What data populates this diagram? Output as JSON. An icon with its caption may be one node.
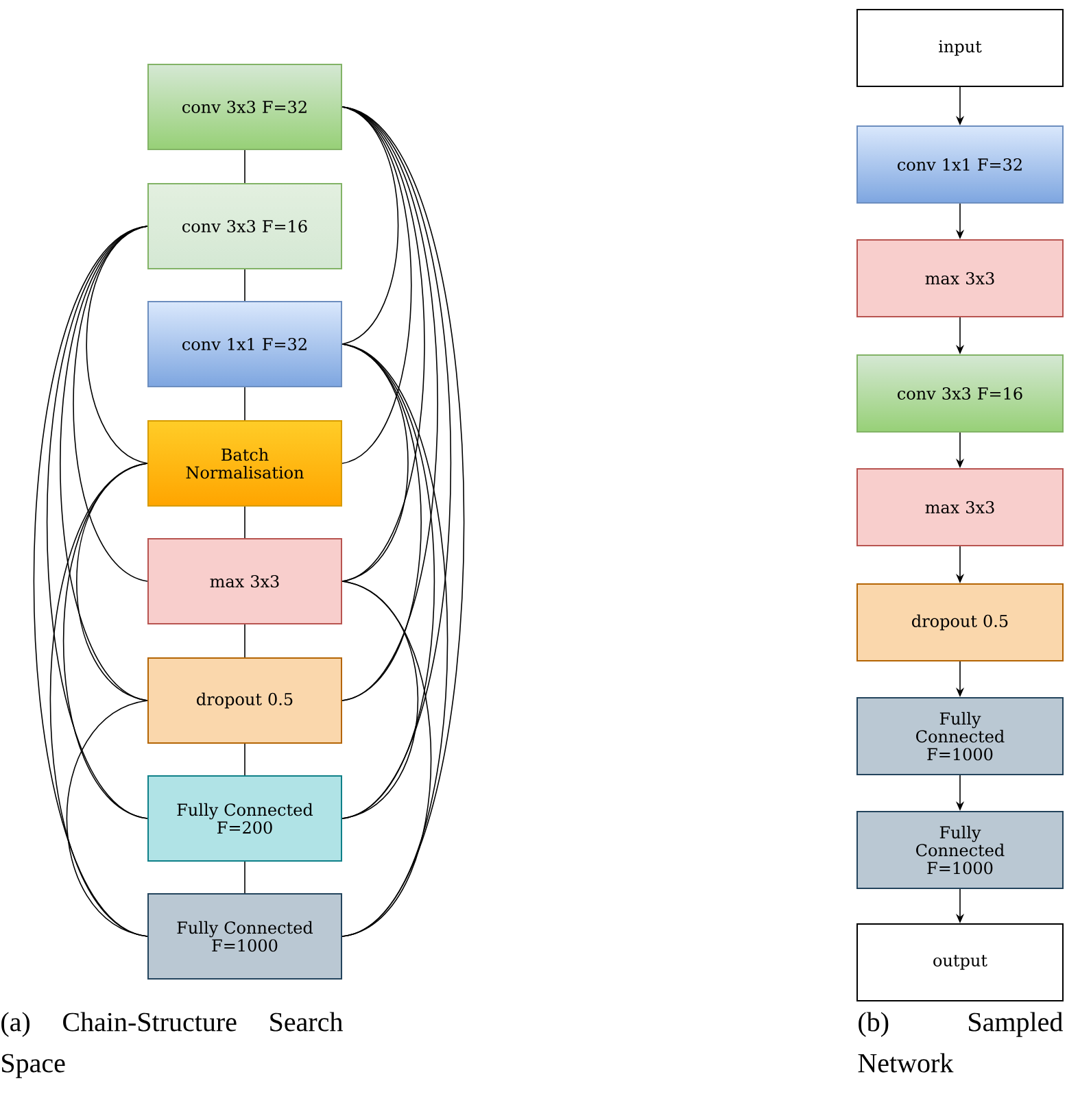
{
  "diagram": {
    "nodes": [
      {
        "text": [
          "conv 3x3 F=32"
        ]
      },
      {
        "text": [
          "conv 3x3 F=16"
        ]
      },
      {
        "text": [
          "conv 1x1 F=32"
        ]
      },
      {
        "text": [
          "Batch Normalisation"
        ]
      },
      {
        "text": [
          "max 3x3"
        ]
      },
      {
        "text": [
          "dropout 0.5"
        ]
      },
      {
        "text": [
          "Fully Connected F=200"
        ]
      },
      {
        "text": [
          "Fully Connected F=1000"
        ]
      },
      {
        "text": [
          "input"
        ]
      },
      {
        "text": [
          "conv 1x1 F=32"
        ]
      },
      {
        "text": [
          "max 3x3"
        ]
      },
      {
        "text": [
          "conv 3x3 F=16"
        ]
      },
      {
        "text": [
          "max 3x3"
        ]
      },
      {
        "text": [
          "dropout 0.5"
        ]
      },
      {
        "text": [
          "Fully Connected F=1000"
        ]
      },
      {
        "text": [
          "Fully Connected F=1000"
        ]
      },
      {
        "text": [
          "output"
        ]
      }
    ],
    "edges": [
      {
        "from": 0,
        "to": 1,
        "arrow": "none"
      },
      {
        "from": 1,
        "to": 2,
        "arrow": "none"
      },
      {
        "from": 2,
        "to": 3,
        "arrow": "none"
      },
      {
        "from": 3,
        "to": 4,
        "arrow": "none"
      },
      {
        "from": 4,
        "to": 5,
        "arrow": "none"
      },
      {
        "from": 5,
        "to": 6,
        "arrow": "none"
      },
      {
        "from": 6,
        "to": 7,
        "arrow": "none"
      },
      {
        "from": 0,
        "to": 2,
        "arrow": "none"
      },
      {
        "from": 0,
        "to": 3,
        "arrow": "none"
      },
      {
        "from": 0,
        "to": 4,
        "arrow": "none"
      },
      {
        "from": 0,
        "to": 5,
        "arrow": "none"
      },
      {
        "from": 0,
        "to": 6,
        "arrow": "none"
      },
      {
        "from": 0,
        "to": 7,
        "arrow": "none"
      },
      {
        "from": 1,
        "to": 3,
        "arrow": "none"
      },
      {
        "from": 1,
        "to": 4,
        "arrow": "none"
      },
      {
        "from": 1,
        "to": 5,
        "arrow": "none"
      },
      {
        "from": 1,
        "to": 6,
        "arrow": "none"
      },
      {
        "from": 1,
        "to": 7,
        "arrow": "none"
      },
      {
        "from": 2,
        "to": 4,
        "arrow": "none"
      },
      {
        "from": 2,
        "to": 5,
        "arrow": "none"
      },
      {
        "from": 2,
        "to": 6,
        "arrow": "none"
      },
      {
        "from": 2,
        "to": 7,
        "arrow": "none"
      },
      {
        "from": 3,
        "to": 5,
        "arrow": "none"
      },
      {
        "from": 3,
        "to": 6,
        "arrow": "none"
      },
      {
        "from": 3,
        "to": 7,
        "arrow": "none"
      },
      {
        "from": 4,
        "to": 6,
        "arrow": "none"
      },
      {
        "from": 4,
        "to": 7,
        "arrow": "none"
      },
      {
        "from": 5,
        "to": 7,
        "arrow": "none"
      },
      {
        "from": 8,
        "to": 9,
        "arrow": "to"
      },
      {
        "from": 9,
        "to": 10,
        "arrow": "to"
      },
      {
        "from": 10,
        "to": 11,
        "arrow": "to"
      },
      {
        "from": 11,
        "to": 12,
        "arrow": "to"
      },
      {
        "from": 12,
        "to": 13,
        "arrow": "to"
      },
      {
        "from": 13,
        "to": 14,
        "arrow": "to"
      },
      {
        "from": 14,
        "to": 15,
        "arrow": "to"
      },
      {
        "from": 15,
        "to": 16,
        "arrow": "to"
      }
    ],
    "labels": [
      "(a) Chain-Structure Search Space",
      "(b) Sampled Network"
    ]
  }
}
